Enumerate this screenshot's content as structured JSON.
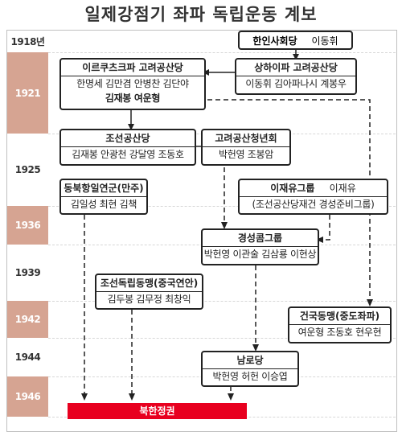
{
  "title": "일제강점기 좌파 독립운동 계보",
  "years": [
    "1918년",
    "1921",
    "1925",
    "1936",
    "1939",
    "1942",
    "1944",
    "1946"
  ],
  "nodes": {
    "hanin": {
      "name": "한인사회당",
      "members": "이동휘"
    },
    "irkutsk": {
      "name": "이르쿠츠크파 고려공산당",
      "members1": "한명세 김만겸 안병찬 김단야",
      "members2": "김재봉 여운형"
    },
    "shanghai": {
      "name": "상하이파 고려공산당",
      "members": "이동휘 김아파나시 계봉우"
    },
    "joseon_cp": {
      "name": "조선공산당",
      "members": "김재봉 안광천 강달영 조동호"
    },
    "youth": {
      "name": "고려공산청년회",
      "members": "박헌영 조봉암"
    },
    "northeast": {
      "name": "동북항일연군(만주)",
      "members": "김일성 최현 김책"
    },
    "jaeyu": {
      "name": "이재유그룹",
      "leader": "이재유",
      "note": "(조선공산당재건 경성준비그룹)"
    },
    "gyeongseong": {
      "name": "경성콤그룹",
      "members": "박헌영 이관술 김삼룡 이현상"
    },
    "dongmaeng": {
      "name": "조선독립동맹(중국연안)",
      "members": "김두봉 김무정 최창익"
    },
    "geonguk": {
      "name": "건국동맹(중도좌파)",
      "members": "여운형 조동호 현우현"
    },
    "namrodang": {
      "name": "남로당",
      "members": "박헌영 허헌 이승엽"
    }
  },
  "final": {
    "label": "북한정권"
  },
  "colors": {
    "year_band": "#d6a492",
    "final_bar": "#e8001f",
    "box_border": "#222222"
  }
}
